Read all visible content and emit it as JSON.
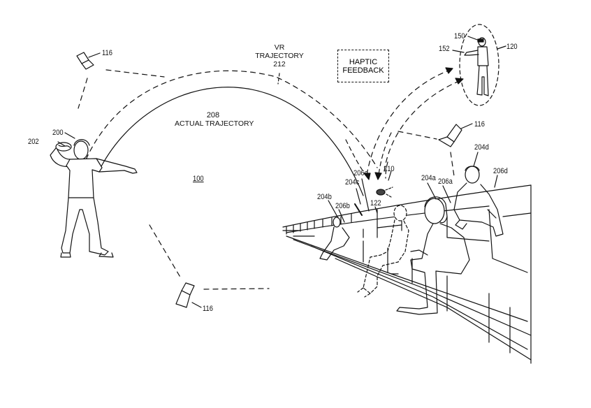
{
  "figure": {
    "environment_ref": "100",
    "cameras": [
      {
        "ref": "116",
        "position": "top-left"
      },
      {
        "ref": "116",
        "position": "right"
      },
      {
        "ref": "116",
        "position": "bottom"
      }
    ],
    "thrower": {
      "ref": "200",
      "object_ref": "202"
    },
    "actual_trajectory": {
      "ref": "208",
      "label": "ACTUAL TRAJECTORY"
    },
    "vr_trajectory": {
      "line1": "VR",
      "line2": "TRAJECTORY",
      "ref": "212"
    },
    "haptic_box": {
      "line1": "HAPTIC",
      "line2": "FEEDBACK"
    },
    "remote_user": {
      "ref": "120",
      "headset_ref": "150",
      "controller_ref": "152"
    },
    "virtual_object": {
      "ref": "210",
      "device_ref": "122"
    },
    "spectators": [
      {
        "ref": "204a",
        "seat_ref": "206a"
      },
      {
        "ref": "204b",
        "seat_ref": "206b"
      },
      {
        "ref": "204c",
        "seat_ref": "206c"
      },
      {
        "ref": "204d",
        "seat_ref": "206d"
      }
    ]
  }
}
